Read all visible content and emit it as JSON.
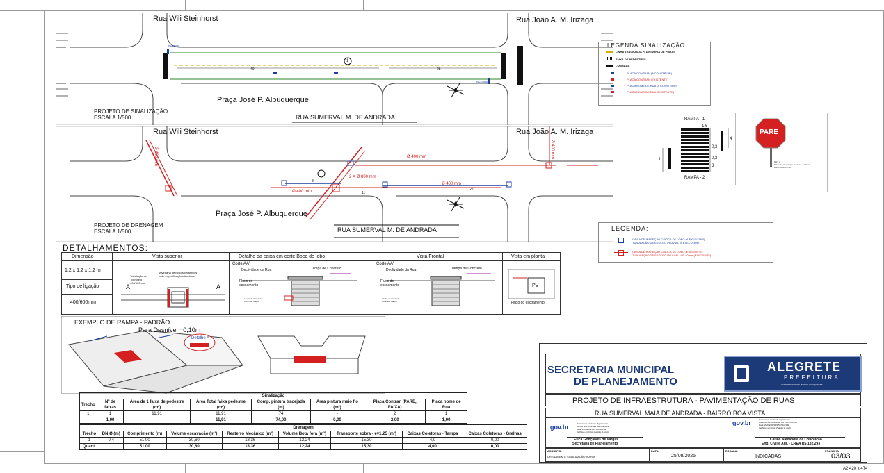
{
  "sheet_size": "A2 420 x 474",
  "plan_sinalizacao": {
    "street_left": "Rua Wili Steinhorst",
    "street_right": "Rua João A. M. Irizaga",
    "square": "Praça José P. Albuquerque",
    "main_street": "RUA SUMERVAL M. DE ANDRADA",
    "title": "PROJETO  DE SINALIZAÇÃO",
    "scale": "ESCALA 1/500",
    "dim_1": "40",
    "dim_2": "28",
    "marker": "1",
    "tag_1": "Placa PARE",
    "tag_2": "Placa PARE"
  },
  "legenda_sinalizacao": {
    "title": "LEGENDA SINALIZAÇÃO",
    "items": [
      "LINHA TRACEJADA P/ DIVISÓRIA DE PISTAS",
      "FAIXA DE PEDESTRES",
      "LOMBADA",
      "PLACA CONTRAN (A CONSTRUIR)",
      "PLACA CONTRAN (EXISTENTE)",
      "PLACA NOME DE RUA (A CONSTRUIR)",
      "PLACA NOME DE RUA (EXISTENTE)"
    ]
  },
  "rampa": {
    "label_top": "RAMPA - 1",
    "label_bottom": "RAMPA - 2",
    "d1": "1,6",
    "d2": "0,3",
    "d3": "0,3",
    "d4": "3",
    "d5": "4",
    "d6": "1"
  },
  "pare": {
    "text": "PARE",
    "note": "DET. A\nPlaca de sinalização Contran - Vertical\nREGULAMENTAR"
  },
  "plan_drenagem": {
    "street_left": "Rua Wili Steinhorst",
    "street_right": "Rua João A. M. Irizaga",
    "square": "Praça José P. Albuquerque",
    "main_street": "RUA SUMERVAL M. DE ANDRADA",
    "title": "PROJETO DE DRENAGEM",
    "scale": "ESCALA 1/500",
    "pipe_1": "Ø 400 mm",
    "pipe_2": "2 X Ø 800 mm",
    "pipe_3": "Ø 400 mm",
    "pipe_4": "Ø 400 mm",
    "pipe_5": "Ø 400 mm",
    "pipe_6": "Ø 400 mm",
    "dim_1": "8",
    "dim_2": "11",
    "dim_3": "22",
    "marker": "1"
  },
  "legenda_drenagem": {
    "title": "LEGENDA:",
    "items": [
      "CAIXA DE INSPEÇÃO C/BOCA DE LOBO (À EXECUTAR)",
      "TUBULAÇÃO DE ESGOTO PLUVIAL (À EXECUTAR)",
      "CAIXA DE INSPEÇÃO C/BOCA DE LOBO (EXISTENTE)",
      "TUBULAÇÃO DE ESGOTO PLUVIAL c/ Ø 40mm (EXISTENTE)"
    ]
  },
  "detalhamentos": {
    "title": "DETALHAMENTOS:",
    "headers": [
      "Dimensão",
      "Vista superior",
      "Detalhe da caixa em corte Boca de lobo",
      "Vista Frontal",
      "Vista em planta"
    ],
    "dimensao": "1,2 x 1,2 x 1,2 m",
    "tipo": "Tipo de ligação",
    "diametros": "400/600mm",
    "vs_note_1": "Alvenaria de blocos cerâmicos",
    "vs_note_2": "vide especificações técnicas",
    "vs_note_3": "Tubulação de",
    "vs_note_4": "concreto",
    "vs_note_5": "400/600mm",
    "vs_a": "A",
    "corte_1": "Corte AA'",
    "corte_2": "Corte AA'",
    "declividade_1": "Declividade da Rua",
    "declividade_2": "Declividade da Rua",
    "tampa_1": "Tampa de Concreto",
    "tampa_2": "Tampa de Concreto",
    "fluxo_1": "Fluxo de\nescoamento",
    "fluxo_2": "Fluxo de\nescoamento",
    "lastro_1": "Lastro de Concreto\nConcreto Magro",
    "lastro_2": "Lastro de Concreto\nConcreto Magro",
    "pv": "PV",
    "fluxo_planta": "Fluxo do escoamento"
  },
  "exemplo_rampa": {
    "title": "EXEMPLO DE RAMPA - PADRÃO",
    "subtitle": "Para Desnível =0,10m",
    "detalhe": "Detalhe A"
  },
  "sinalizacao_table": {
    "title": "Sinalização",
    "headers": [
      "Trecho",
      "Nº de faixas",
      "Área de 1 faixa de pedestre (m²)",
      "Área Total faixa pedestre (m²)",
      "Comp. pintura tracejada (m)",
      "Área pintura meio fio (m²)",
      "Placa Contran (PARE, FAIXA)",
      "Placa nome de Rua"
    ],
    "rows": [
      [
        "1",
        "1",
        "11,91",
        "11,91",
        "74",
        "-",
        "2",
        "1"
      ],
      [
        "",
        "1,00",
        "",
        "11,91",
        "74,00",
        "0,00",
        "2,00",
        "1,00"
      ]
    ]
  },
  "drenagem_table": {
    "title": "Drenagem",
    "headers": [
      "Trecho",
      "DN Ø (m)",
      "Comprimento (m)",
      "Volume escavação (m³)",
      "Reaterro Mecânico (m³)",
      "Volume Bota fora (m³)",
      "Transporte sobra - e=1,25 (m³)",
      "Caixas Coletoras - Tampa",
      "Caixas Coletoras - Grelhas"
    ],
    "rows": [
      [
        "1",
        "0,4",
        "51,00",
        "30,60",
        "18,36",
        "12,24",
        "15,30",
        "4,0",
        "0,00"
      ],
      [
        "Quant.",
        "",
        "51,00",
        "30,60",
        "18,36",
        "12,24",
        "15,30",
        "4,00",
        "0,00"
      ]
    ]
  },
  "title_block": {
    "secretaria_1": "SECRETARIA MUNICIPAL",
    "secretaria_2": "DE PLANEJAMENTO",
    "brand": "ALEGRETE",
    "brand_sub": "PREFEITURA",
    "brand_tag": "HONOR DESAFIOS, NOVAS CONQUISTAS",
    "projeto": "PROJETO DE INFRAESTRUTURA - PAVIMENTAÇÃO DE RUAS",
    "rua": "RUA SUMERVAL MAIA DE ANDRADA - BAIRRO BOA VISTA",
    "gov_1": "gov.br",
    "gov_2": "gov.br",
    "sign_1_text": "Documento assinado digitalmente\nERICA GONCALVES DE VARGAS\nData: 25/08/2025 15:00:00-0300\nVerifique em https://validar.iti.gov.br",
    "sign_2_text": "Documento assinado digitalmente\nCARLOS ALEXANDRE DA CONCEICAO\nData: 25/08/2025 15:50:50-0300\nVerifique em https://validar.iti.gov.br",
    "person_1_name": "Érica Gonçalves de Vargas",
    "person_1_role": "Secretária de Planejamento",
    "person_2_name": "Carlos Alexandre da Conceição",
    "person_2_role": "Eng. Civil e Agr. - CREA RS 182.293",
    "assunto_label": "ASSUNTO:",
    "assunto": "DRENAGEM E SINALIZAÇÃO VIÁRIA",
    "data_label": "DATA:",
    "data": "25/08/2025",
    "escala_label": "ESCALA:",
    "escala": "INDICADAS",
    "prancha_label": "PRANCHA:",
    "prancha": "03/03"
  },
  "colors": {
    "blue": "#1b3fa0",
    "red": "#d42020",
    "green": "#2a8a2a",
    "navy": "#1d3a78"
  }
}
